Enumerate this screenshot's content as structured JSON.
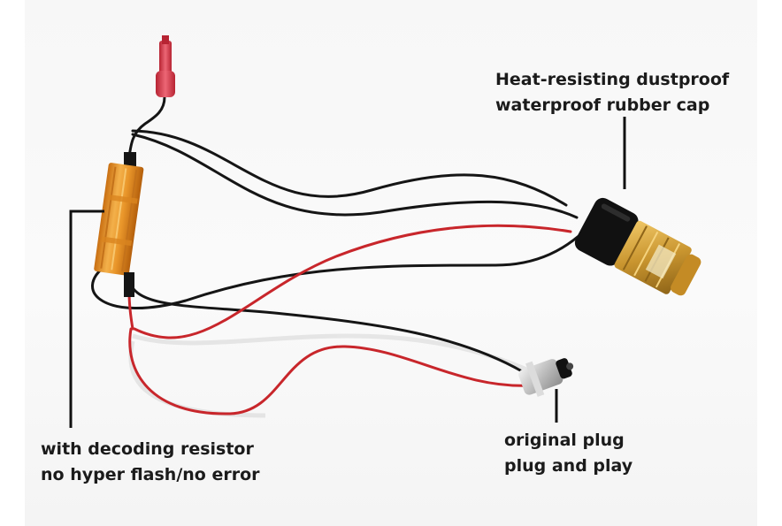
{
  "annotations": {
    "rubber_cap": {
      "line1": "Heat-resisting dustproof",
      "line2": "waterproof rubber cap"
    },
    "resistor": {
      "line1": "with decoding resistor",
      "line2": "no hyper flash/no error"
    },
    "plug": {
      "line1": "original plug",
      "line2": "plug and play"
    }
  },
  "colors": {
    "wire_black": "#151515",
    "wire_red": "#c8262b",
    "resistor_gold": "#e9962a",
    "spade_connector": "#d63a4a",
    "plug_silver": "#c9c9c9",
    "cap_black": "#111111",
    "bulb_gold": "#d8a640",
    "pointer_line": "#111111"
  }
}
